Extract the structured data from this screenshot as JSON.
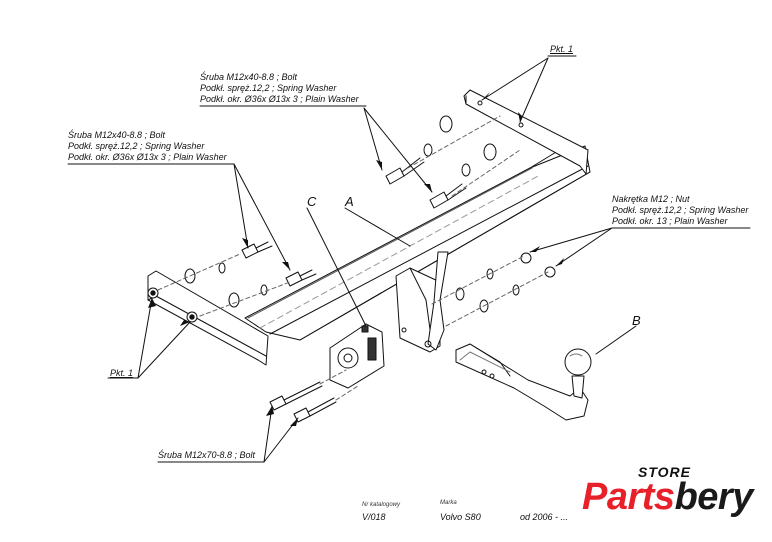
{
  "callouts": {
    "pkt1_top": "Pkt. 1",
    "pkt1_left": "Pkt. 1",
    "top_bolt": [
      "Śruba M12x40-8.8 ;  Bolt",
      "Podkł. spręż.12,2 ; Spring Washer",
      "Podkł. okr.  Ø36x Ø13x 3 ; Plain Washer"
    ],
    "left_bolt": [
      "Śruba M12x40-8.8 ;  Bolt",
      "Podkł. spręż.12,2 ; Spring Washer",
      "Podkł. okr.  Ø36x Ø13x 3 ; Plain Washer"
    ],
    "nut": [
      "Nakrętka  M12 ; Nut",
      "Podkł. spręż.12,2 ; Spring Washer",
      "Podkł. okr. 13 ; Plain Washer"
    ],
    "bottom_bolt": "Śruba M12x70-8.8 ;  Bolt",
    "letter_a": "A",
    "letter_b": "B",
    "letter_c": "C"
  },
  "title_block": {
    "catalog_label": "Nr katalogowy",
    "catalog_value": "V/018",
    "brand_label": "Marka",
    "brand_value": "Volvo S80",
    "date_value": "od  2006 - ..."
  },
  "logo": {
    "store": "STORE",
    "brand_red": "Parts",
    "brand_dark": "bery",
    "red_color": "#e8202a",
    "dark_color": "#1a1a1a"
  }
}
